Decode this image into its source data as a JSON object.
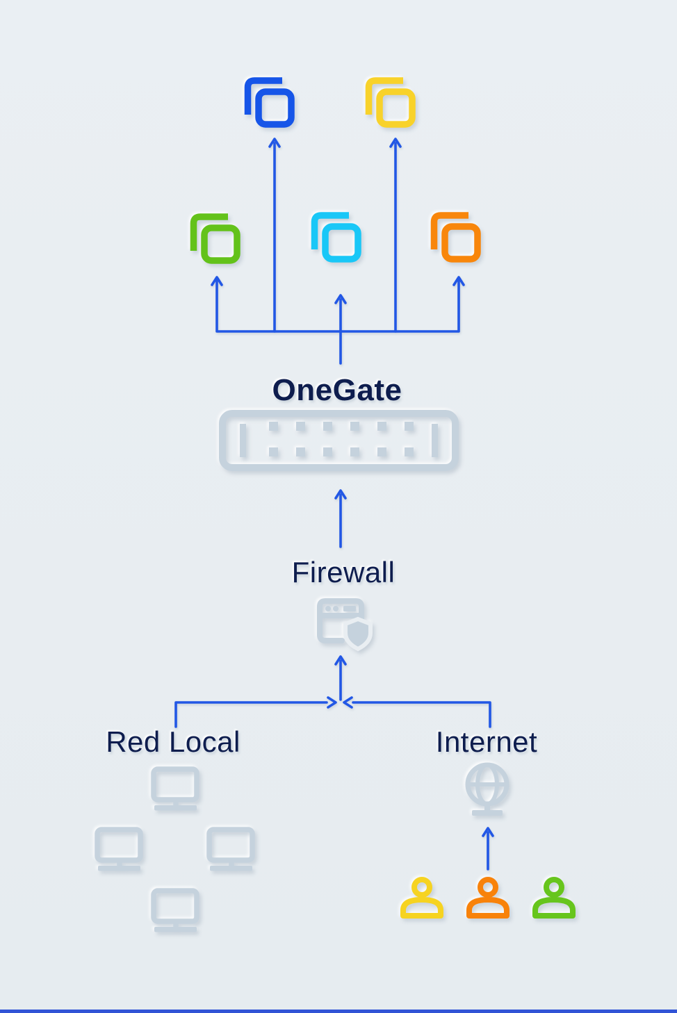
{
  "labels": {
    "onegate": "OneGate",
    "firewall": "Firewall",
    "red_local": "Red Local",
    "internet": "Internet"
  },
  "icons": {
    "top_apps": [
      "copy-icon-blue",
      "copy-icon-yellow",
      "copy-icon-green",
      "copy-icon-cyan",
      "copy-icon-orange"
    ],
    "gateway_device": "network-switch-icon",
    "firewall_device": "firewall-shield-icon",
    "local_network": "desktop-monitor-icon",
    "internet_node": "globe-stand-icon",
    "internet_users": [
      "user-icon-yellow",
      "user-icon-orange",
      "user-icon-green"
    ]
  },
  "colors": {
    "background": "#e9eef2",
    "arrow_blue": "#2257e5",
    "text_navy": "#0e1d4e",
    "device_gray": "#c5d2dd",
    "page_bg_for_cutout": "#e9eef2",
    "bottom_bar_blue": "#3154d6",
    "app_blue": "#1655e8",
    "app_yellow": "#f8d22a",
    "app_green": "#63c21a",
    "app_cyan": "#19c7f7",
    "app_orange": "#f8860b",
    "user_yellow": "#f6d321",
    "user_orange": "#f8820a",
    "user_green": "#67c51d"
  }
}
